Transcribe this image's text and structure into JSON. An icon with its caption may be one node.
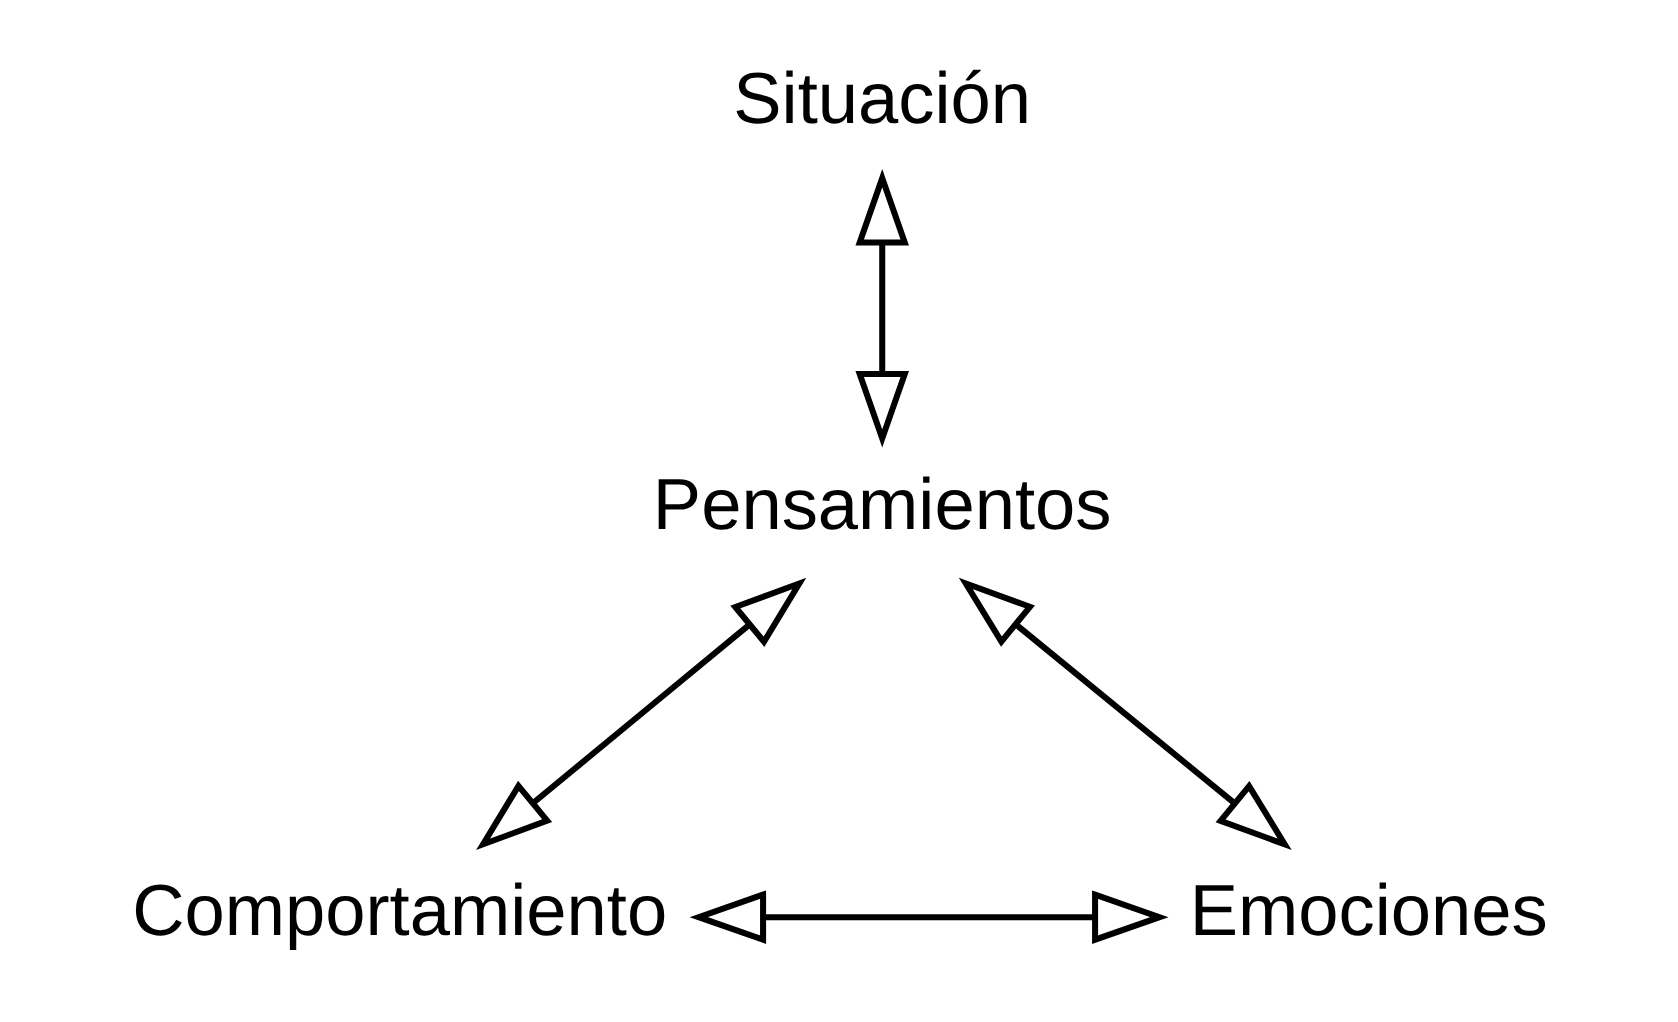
{
  "diagram": {
    "nodes": [
      {
        "text": [
          "Situación"
        ]
      },
      {
        "text": [
          "Pensamientos"
        ]
      },
      {
        "text": [
          "Comportamiento"
        ]
      },
      {
        "text": [
          "Emociones"
        ]
      }
    ],
    "edges": [
      {
        "from": 0,
        "to": 1,
        "arrow": "both"
      },
      {
        "from": 1,
        "to": 2,
        "arrow": "both"
      },
      {
        "from": 1,
        "to": 3,
        "arrow": "both"
      },
      {
        "from": 2,
        "to": 3,
        "arrow": "both"
      }
    ]
  }
}
